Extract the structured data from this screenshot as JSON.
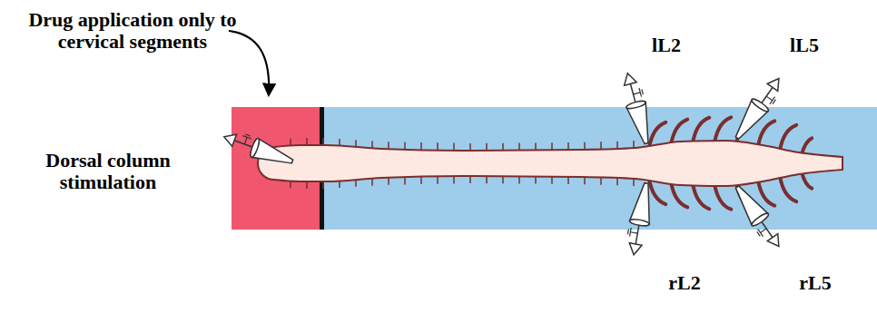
{
  "diagram": {
    "labels": [
      "Drug application only to cervical segments",
      "Dorsal column stimulation",
      "lL2",
      "lL5",
      "rL2",
      "rL5"
    ]
  }
}
